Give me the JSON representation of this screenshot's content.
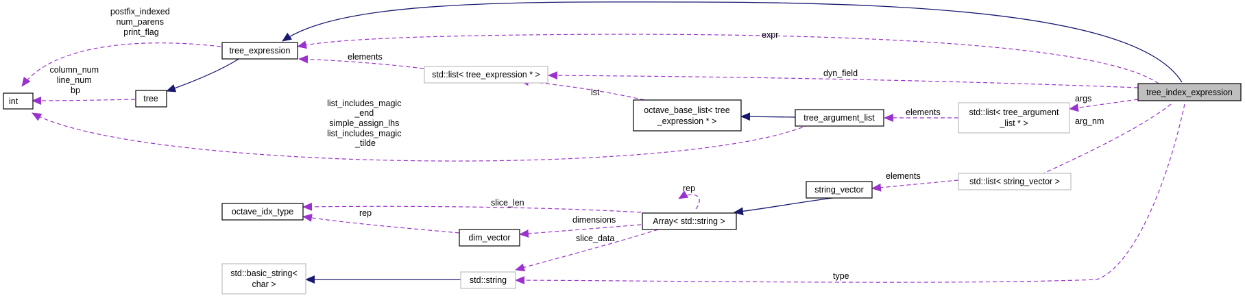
{
  "nodes": {
    "int": [
      "int"
    ],
    "tree": [
      "tree"
    ],
    "tree_expression": [
      "tree_expression"
    ],
    "list_tree_expression": [
      "std::list< tree_expression * >"
    ],
    "octave_base_list": [
      "octave_base_list< tree",
      "_expression * >"
    ],
    "tree_argument_list": [
      "tree_argument_list"
    ],
    "list_tree_argument": [
      "std::list< tree_argument",
      "_list * >"
    ],
    "tree_index_expression": [
      "tree_index_expression"
    ],
    "list_string_vector": [
      "std::list< string_vector >"
    ],
    "string_vector": [
      "string_vector"
    ],
    "octave_idx_type": [
      "octave_idx_type"
    ],
    "dim_vector": [
      "dim_vector"
    ],
    "array_string": [
      "Array< std::string >"
    ],
    "basic_string": [
      "std::basic_string<",
      "char >"
    ],
    "std_string": [
      "std::string"
    ]
  },
  "edge_labels": {
    "int_from_tree_expression": [
      "postfix_indexed",
      "num_parens",
      "print_flag"
    ],
    "int_from_tree": [
      "column_num",
      "line_num",
      "bp"
    ],
    "int_from_argument_list": [
      "list_includes_magic",
      "_end",
      "simple_assign_lhs",
      "list_includes_magic",
      "_tilde"
    ],
    "expr": [
      "expr"
    ],
    "elements_expr": [
      "elements"
    ],
    "dyn_field": [
      "dyn_field"
    ],
    "lst": [
      "lst"
    ],
    "elements_arg": [
      "elements"
    ],
    "args": [
      "args"
    ],
    "arg_nm": [
      "arg_nm"
    ],
    "elements_sv": [
      "elements"
    ],
    "rep_self": [
      "rep"
    ],
    "slice_len": [
      "slice_len"
    ],
    "rep_dim": [
      "rep"
    ],
    "dimensions": [
      "dimensions"
    ],
    "slice_data": [
      "slice_data"
    ],
    "type": [
      "type"
    ]
  }
}
